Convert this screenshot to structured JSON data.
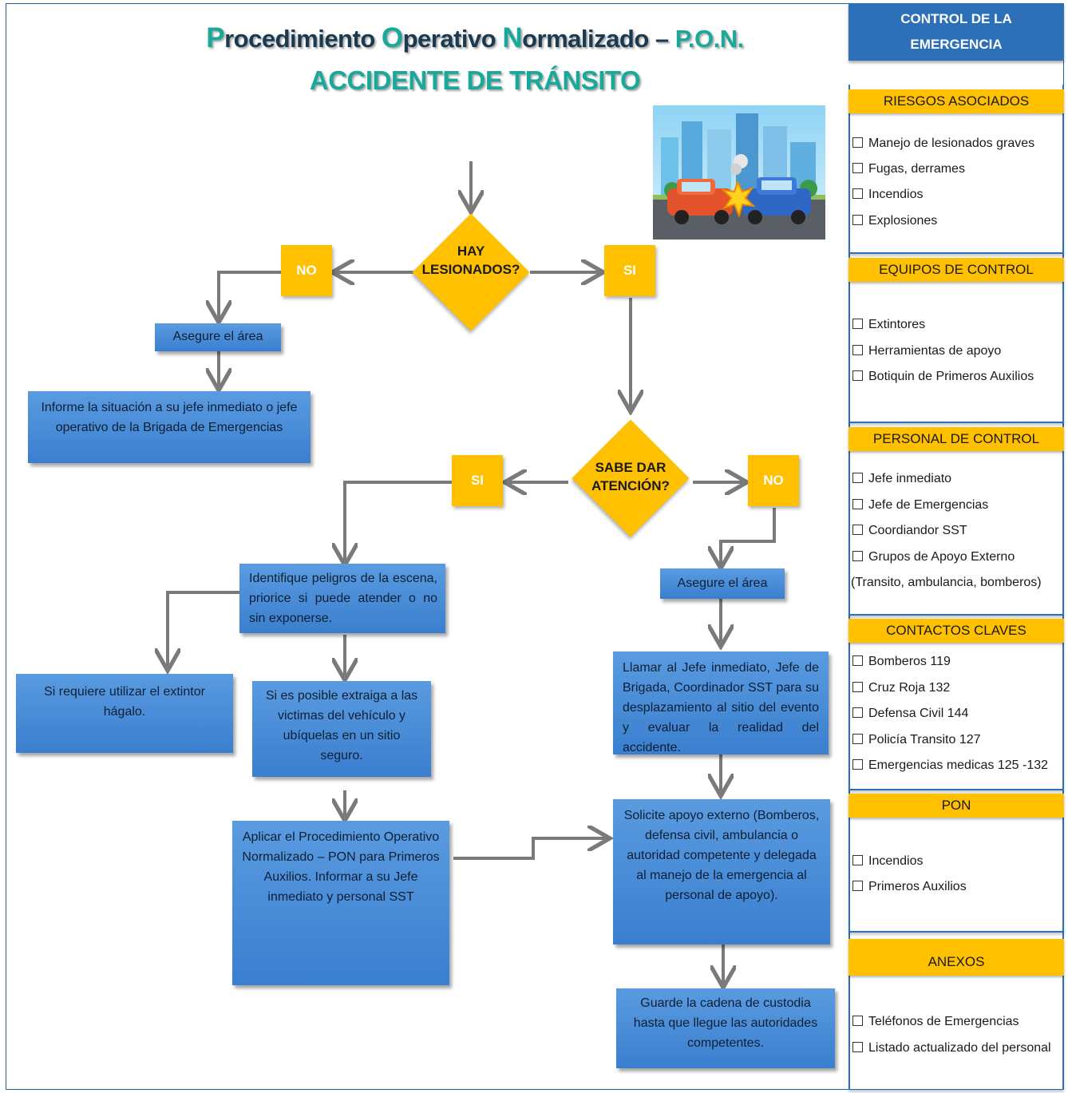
{
  "title": {
    "line1_parts": [
      "P",
      "rocedimiento  ",
      "O",
      "perativo ",
      "N",
      "ormalizado – ",
      "P.O.N."
    ],
    "line2": "ACCIDENTE DE TRÁNSITO"
  },
  "flow": {
    "q1": "HAY LESIONADOS?",
    "q1_no": "NO",
    "q1_si": "SI",
    "no_secure": "Asegure el área",
    "no_inform": "Informe la situación a su jefe inmediato o jefe operativo de la Brigada de Emergencias",
    "q2": "SABE DAR ATENCIÓN?",
    "q2_si": "SI",
    "q2_no": "NO",
    "identify": "Identifique peligros de la escena, priorice si puede atender o no sin exponerse.",
    "extinguisher": "Si requiere utilizar el extintor hágalo.",
    "extract": "Si es posible extraiga a las victimas del vehículo y ubíquelas en un sitio seguro.",
    "apply_pon": "Aplicar el Procedimiento Operativo Normalizado – PON para Primeros Auxilios. Informar a su Jefe inmediato y personal SST",
    "secure2": "Asegure el área",
    "call": "Llamar al Jefe inmediato, Jefe de Brigada, Coordinador SST para su desplazamiento al sitio del evento y evaluar la realidad del accidente.",
    "external": "Solicite apoyo externo (Bomberos, defensa civil, ambulancia o autoridad competente y delegada al manejo de la emergencia al personal de apoyo).",
    "custody": "Guarde la cadena de custodia hasta que llegue las autoridades competentes."
  },
  "panel": {
    "header": "CONTROL DE LA EMERGENCIA",
    "riesgos_title": "RIESGOS ASOCIADOS",
    "riesgos": [
      "Manejo de lesionados graves",
      "Fugas, derrames",
      "Incendios",
      "Explosiones"
    ],
    "equipos_title": "EQUIPOS DE CONTROL",
    "equipos": [
      "Extintores",
      "Herramientas de apoyo",
      "Botiquin de Primeros Auxilios"
    ],
    "personal_title": "PERSONAL DE CONTROL",
    "personal": [
      "Jefe inmediato",
      "Jefe de Emergencias",
      "Coordiandor SST",
      "Grupos de Apoyo Externo"
    ],
    "personal_note": "(Transito, ambulancia, bomberos)",
    "contactos_title": "CONTACTOS CLAVES",
    "contactos": [
      "Bomberos 119",
      "Cruz Roja 132",
      "Defensa Civil 144",
      "Policía Transito 127",
      "Emergencias medicas 125 -132"
    ],
    "pon_title": "PON",
    "pon": [
      "Incendios",
      "Primeros Auxilios"
    ],
    "anexos_title": "ANEXOS",
    "anexos": [
      "Teléfonos de Emergencias",
      "Listado actualizado del personal"
    ]
  },
  "colors": {
    "box_blue": "#4a8dd8",
    "yellow": "#ffc000",
    "teal": "#18a99a",
    "header_blue": "#2e70b8"
  }
}
